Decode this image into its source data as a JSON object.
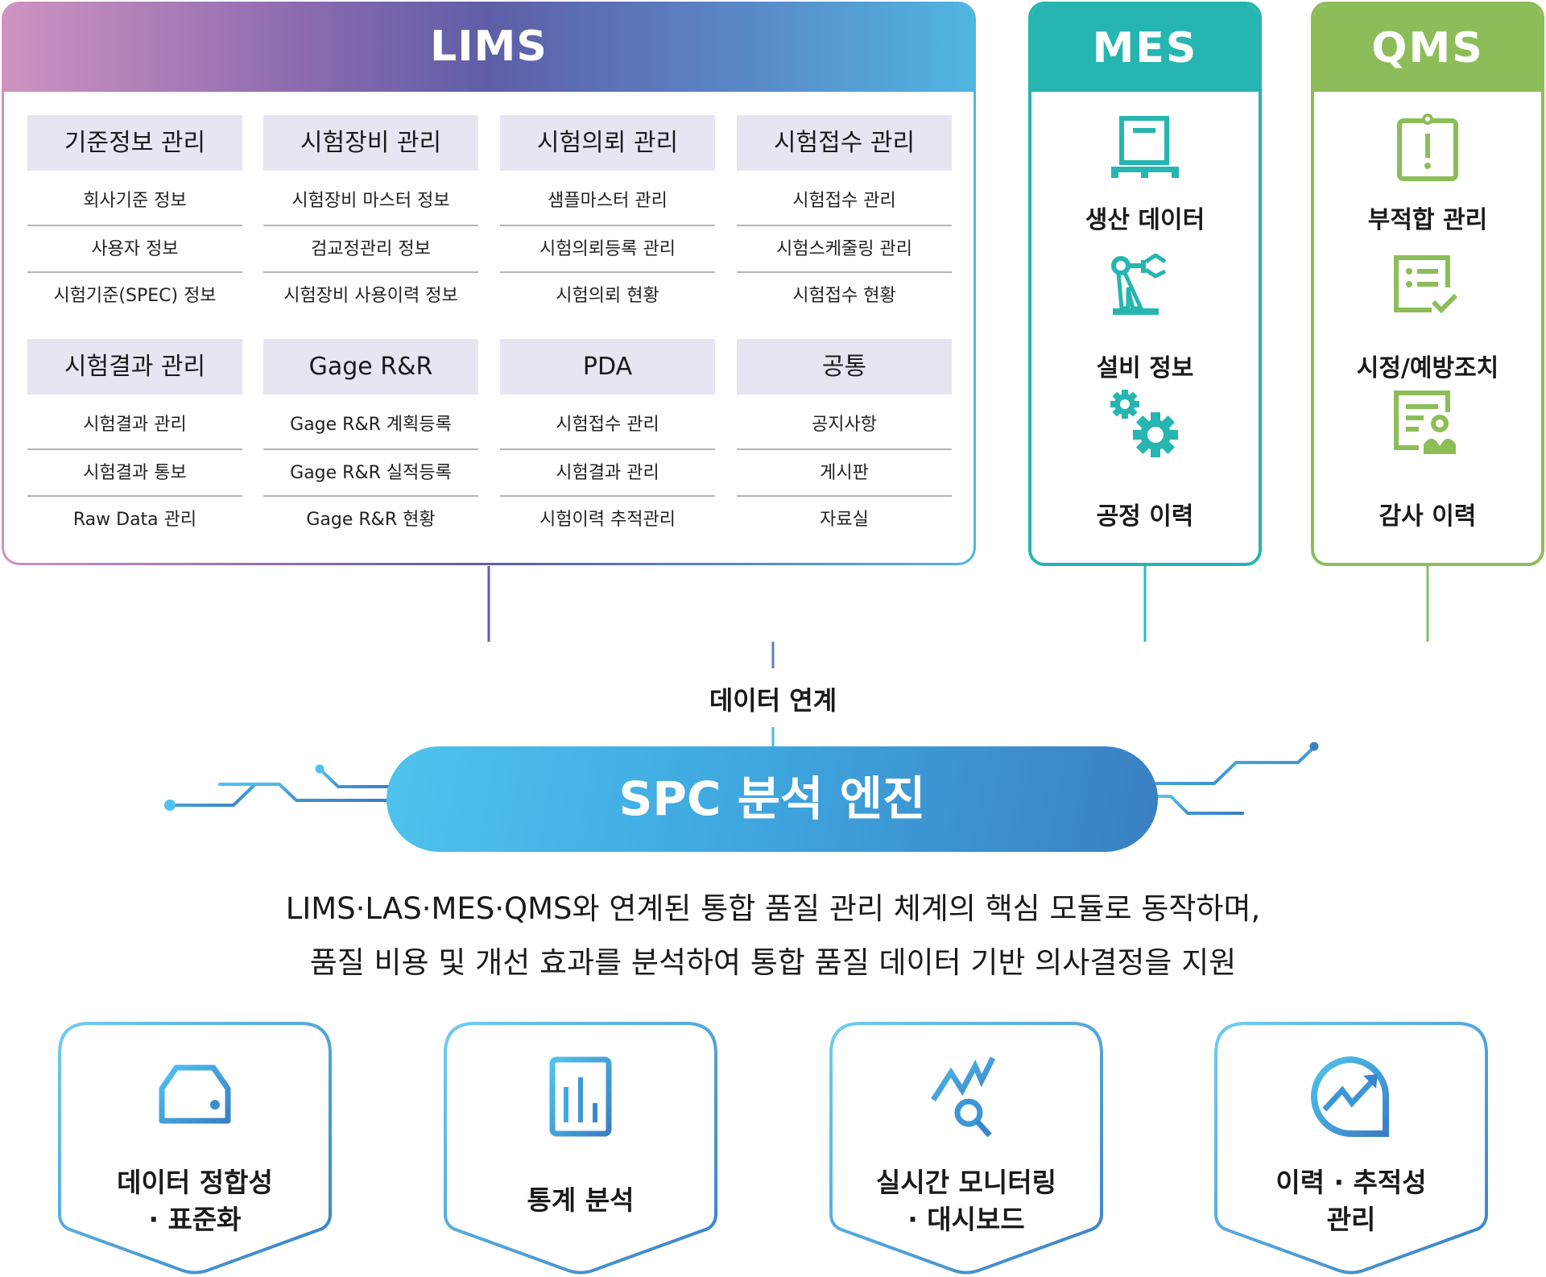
{
  "lims": {
    "title": "LIMS",
    "groups": [
      {
        "title": "기준정보 관리",
        "items": [
          "회사기준 정보",
          "사용자 정보",
          "시험기준(SPEC) 정보"
        ]
      },
      {
        "title": "시험장비 관리",
        "items": [
          "시험장비 마스터 정보",
          "검교정관리 정보",
          "시험장비 사용이력 정보"
        ]
      },
      {
        "title": "시험의뢰 관리",
        "items": [
          "샘플마스터 관리",
          "시험의뢰등록 관리",
          "시험의뢰 현황"
        ]
      },
      {
        "title": "시험접수 관리",
        "items": [
          "시험접수 관리",
          "시험스케줄링 관리",
          "시험접수 현황"
        ]
      },
      {
        "title": "시험결과 관리",
        "items": [
          "시험결과 관리",
          "시험결과 통보",
          "Raw Data 관리"
        ]
      },
      {
        "title": "Gage R&R",
        "items": [
          "Gage R&R 계획등록",
          "Gage R&R 실적등록",
          "Gage R&R 현황"
        ]
      },
      {
        "title": "PDA",
        "items": [
          "시험접수 관리",
          "시험결과 관리",
          "시험이력 추적관리"
        ]
      },
      {
        "title": "공통",
        "items": [
          "공지사항",
          "게시판",
          "자료실"
        ]
      }
    ]
  },
  "mes": {
    "title": "MES",
    "color": "#26b5b0",
    "items": [
      {
        "icon": "pallet-box-icon",
        "label": "생산 데이터"
      },
      {
        "icon": "robot-arm-icon",
        "label": "설비 정보"
      },
      {
        "icon": "gears-icon",
        "label": "공정 이력"
      }
    ]
  },
  "qms": {
    "title": "QMS",
    "color": "#8cbd58",
    "items": [
      {
        "icon": "clipboard-alert-icon",
        "label": "부적합 관리"
      },
      {
        "icon": "checklist-icon",
        "label": "시정/예방조치"
      },
      {
        "icon": "document-user-icon",
        "label": "감사 이력"
      }
    ]
  },
  "link_label": "데이터 연계",
  "engine": {
    "title": "SPC 분석 엔진"
  },
  "description": [
    "LIMS·LAS·MES·QMS와 연계된 통합 품질 관리 체계의 핵심 모듈로 동작하며,",
    "품질 비용 및 개선 효과를 분석하여 통합 품질 데이터 기반 의사결정을 지원"
  ],
  "features": [
    {
      "icon": "storage-drive-icon",
      "lines": [
        "데이터 정합성",
        "· 표준화"
      ]
    },
    {
      "icon": "bar-chart-icon",
      "lines": [
        "통계 분석"
      ]
    },
    {
      "icon": "trend-search-icon",
      "lines": [
        "실시간 모니터링",
        "· 대시보드"
      ]
    },
    {
      "icon": "trend-gauge-icon",
      "lines": [
        "이력 · 추적성",
        "관리"
      ]
    }
  ],
  "colors": {
    "lims_gradient": [
      "#cf93c1",
      "#5e5ea8",
      "#4fb6e2"
    ],
    "engine_gradient": [
      "#4fc3ee",
      "#3a7fc4"
    ],
    "group_header_bg": "#e8e4f2"
  }
}
